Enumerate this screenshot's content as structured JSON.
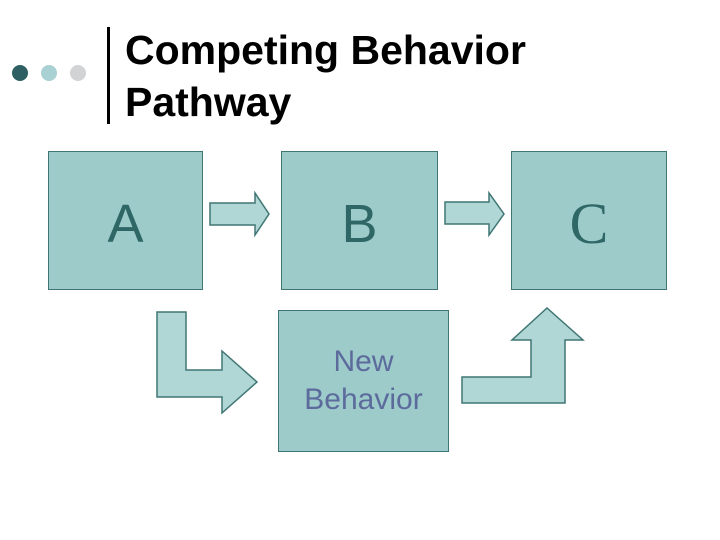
{
  "slide": {
    "title": "Competing Behavior Pathway",
    "decoration": {
      "bullets": [
        {
          "name": "dark-teal-bullet",
          "color": "#2d5f63"
        },
        {
          "name": "light-teal-bullet",
          "color": "#a9d0d3"
        },
        {
          "name": "gray-bullet",
          "color": "#d1d3d4"
        }
      ]
    }
  },
  "diagram": {
    "boxes": [
      {
        "id": "A",
        "label": "A"
      },
      {
        "id": "B",
        "label": "B"
      },
      {
        "id": "C",
        "label": "C"
      },
      {
        "id": "new-behavior",
        "label": "New Behavior"
      }
    ],
    "arrows": [
      {
        "name": "arrow-a-to-b",
        "direction": "right"
      },
      {
        "name": "arrow-b-to-c",
        "direction": "right"
      },
      {
        "name": "arrow-a-to-new-behavior",
        "direction": "down-then-right"
      },
      {
        "name": "arrow-new-behavior-to-c",
        "direction": "right-then-up"
      }
    ],
    "colors": {
      "box_fill": "#9ccbca",
      "box_border": "#3f7674",
      "arrow_fill": "#b0d7d5",
      "arrow_border": "#3f7674",
      "abc_letter": "#2f6666",
      "new_behavior_text": "#5c6b9c",
      "title_text": "#000000"
    }
  }
}
